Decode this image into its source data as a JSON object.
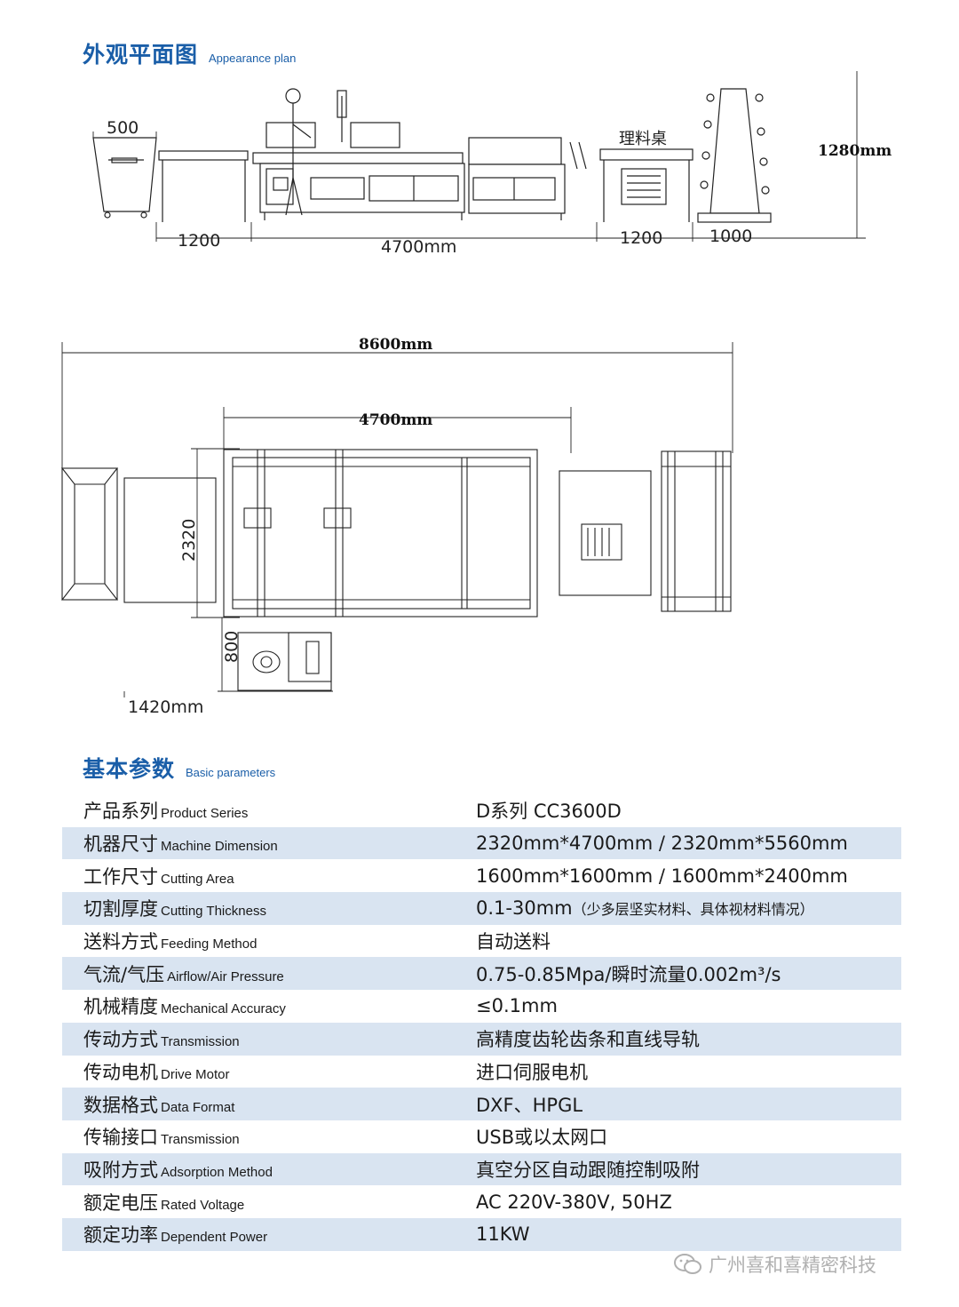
{
  "sections": {
    "appearance": {
      "cn": "外观平面图",
      "en": "Appearance plan"
    },
    "basic": {
      "cn": "基本参数",
      "en": "Basic parameters"
    }
  },
  "drawing_labels": {
    "front_500": "500",
    "front_1280": "1280mm",
    "front_1200_left": "1200",
    "front_4700": "4700mm",
    "front_1200_right": "1200",
    "front_1000": "1000",
    "front_table": "理料桌",
    "top_8600": "8600mm",
    "top_4700": "4700mm",
    "top_2320": "2320",
    "top_800": "800",
    "top_1420": "1420mm"
  },
  "parameters": [
    {
      "cn": "产品系列",
      "en": "Product Series",
      "value": "D系列  CC3600D"
    },
    {
      "cn": "机器尺寸",
      "en": "Machine  Dimension",
      "value": "2320mm*4700mm / 2320mm*5560mm"
    },
    {
      "cn": "工作尺寸",
      "en": "Cutting Area",
      "value": "1600mm*1600mm / 1600mm*2400mm"
    },
    {
      "cn": "切割厚度",
      "en": "Cutting Thickness",
      "value": "0.1-30mm",
      "note": "（少多层坚实材料、具体视材料情况）"
    },
    {
      "cn": "送料方式",
      "en": "Feeding Method",
      "value": "自动送料"
    },
    {
      "cn": "气流/气压",
      "en": "Airflow/Air Pressure",
      "value": "0.75-0.85Mpa/瞬时流量0.002m³/s"
    },
    {
      "cn": "机械精度",
      "en": "Mechanical Accuracy",
      "value": "≤0.1mm"
    },
    {
      "cn": "传动方式",
      "en": "Transmission",
      "value": "高精度齿轮齿条和直线导轨"
    },
    {
      "cn": "传动电机",
      "en": "Drive Motor",
      "value": "进口伺服电机"
    },
    {
      "cn": "数据格式",
      "en": "Data Format",
      "value": "DXF、HPGL"
    },
    {
      "cn": "传输接口",
      "en": "Transmission",
      "value": "USB或以太网口"
    },
    {
      "cn": "吸附方式",
      "en": "Adsorption Method",
      "value": "真空分区自动跟随控制吸附"
    },
    {
      "cn": "额定电压",
      "en": "Rated Voltage",
      "value": "AC 220V-380V, 50HZ"
    },
    {
      "cn": "额定功率",
      "en": "Dependent Power",
      "value": "11KW"
    }
  ],
  "watermark": {
    "text": "广州喜和喜精密科技",
    "icon": "wechat-icon"
  },
  "colors": {
    "accent": "#1a5ea8",
    "row_stripe": "#d9e4f1"
  }
}
